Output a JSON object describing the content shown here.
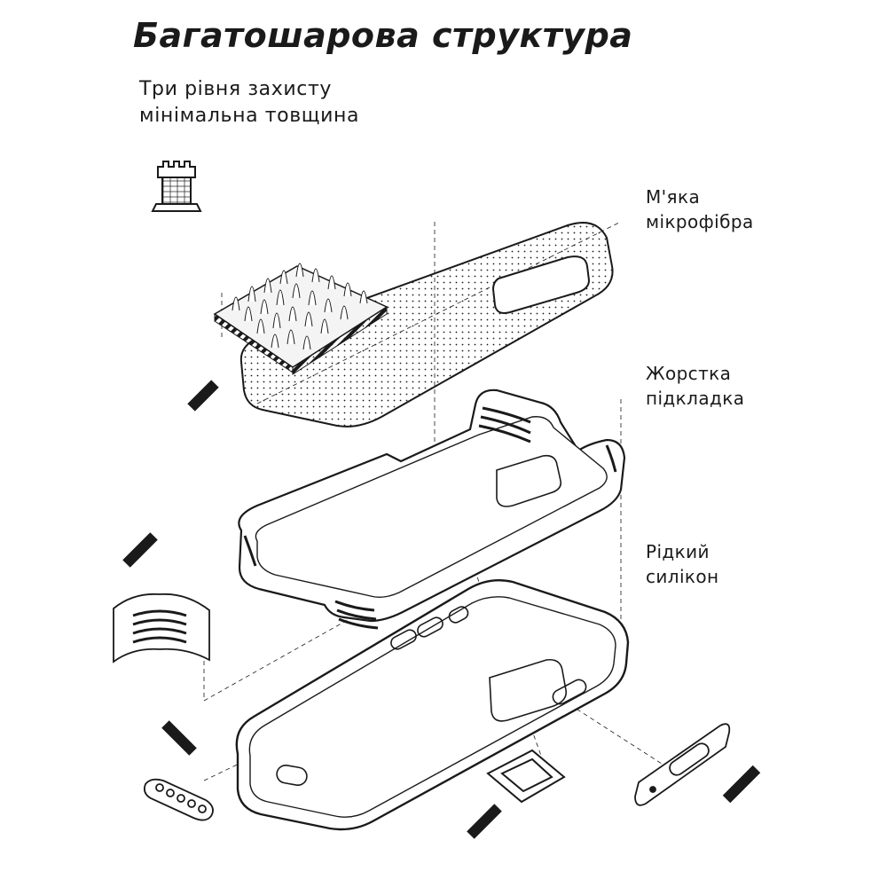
{
  "title": "Багатошарова структура",
  "subtitle": {
    "line1": "Три рівня захисту",
    "line2": "мінімальна товщина"
  },
  "layers": [
    {
      "line1": "М'яка",
      "line2": "мікрофібра"
    },
    {
      "line1": "Жорстка",
      "line2": "підкладка"
    },
    {
      "line1": "Рідкий",
      "line2": "силікон"
    }
  ],
  "icons": {
    "tower": "tower-icon"
  },
  "colors": {
    "ink": "#1a1a1a",
    "background": "#ffffff"
  }
}
